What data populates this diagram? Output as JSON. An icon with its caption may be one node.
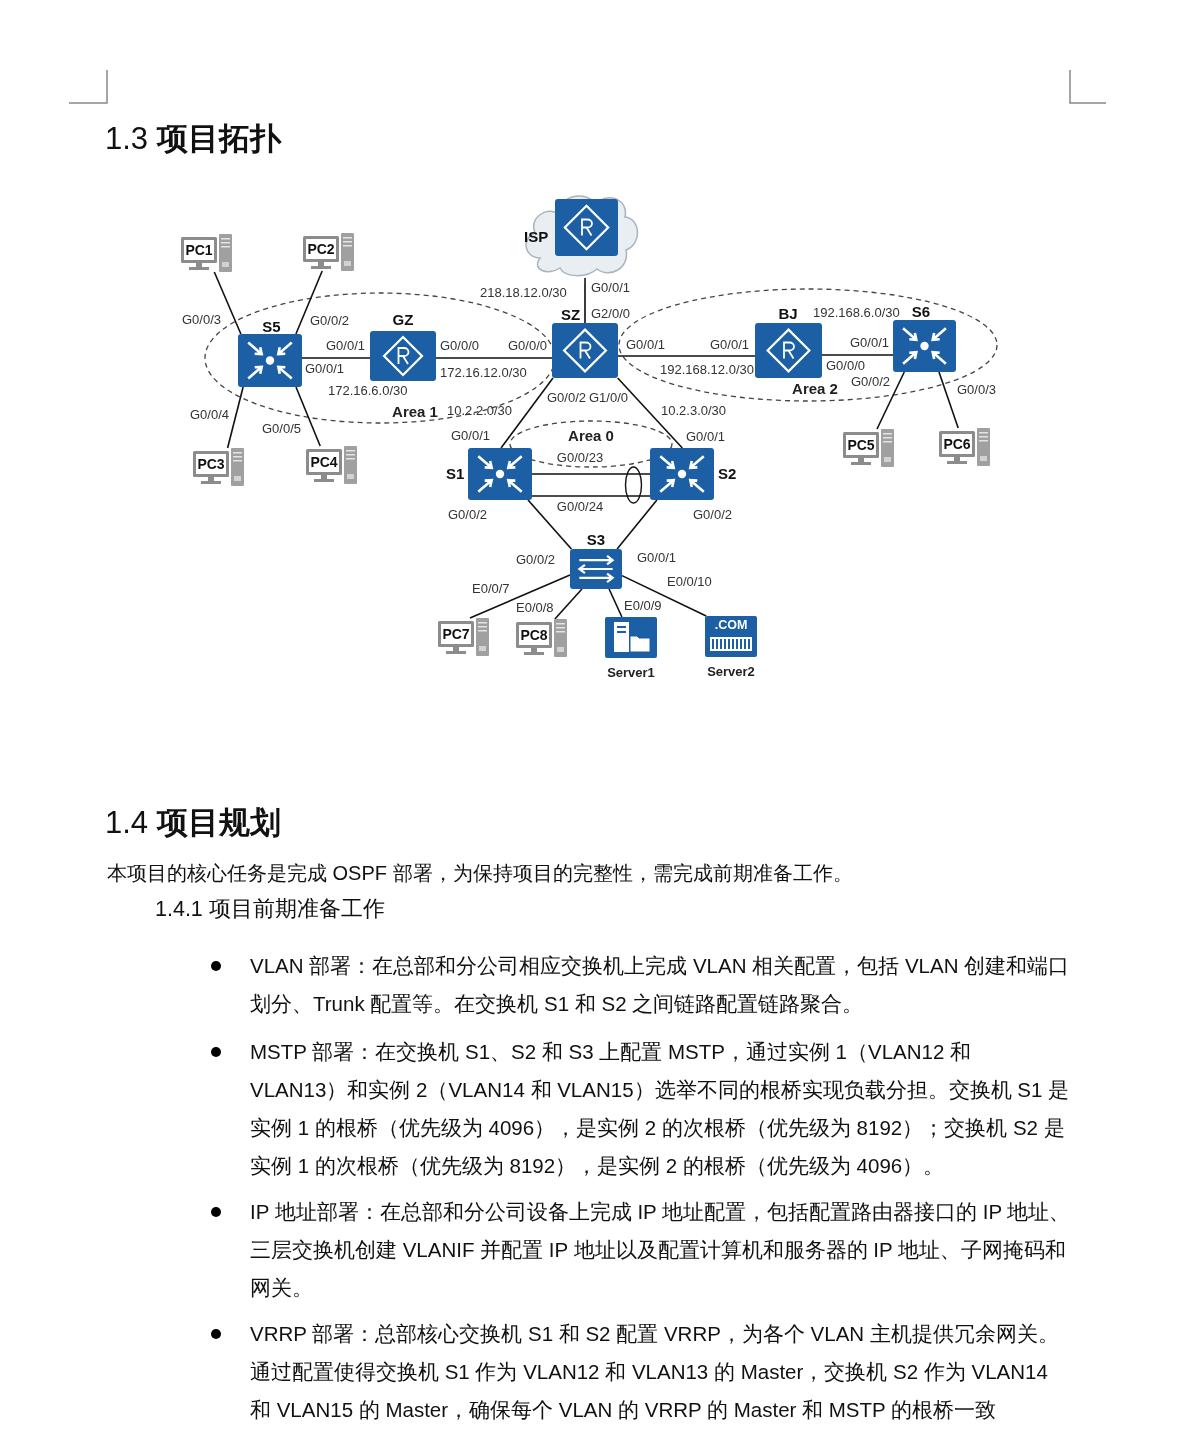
{
  "diagram": {
    "title": "1.3 **项目拓扑**",
    "nodes": [
      {
        "text": [
          "ISP"
        ]
      },
      {
        "text": [
          "PC1"
        ]
      },
      {
        "text": [
          "PC2"
        ]
      },
      {
        "text": [
          "Area 1"
        ]
      },
      {
        "text": [
          "S5"
        ],
        "in": 3
      },
      {
        "text": [
          "GZ"
        ],
        "in": 3
      },
      {
        "text": [
          "SZ"
        ]
      },
      {
        "text": [
          "Area 2"
        ]
      },
      {
        "text": [
          "BJ"
        ],
        "in": 7
      },
      {
        "text": [
          "S6"
        ],
        "in": 7
      },
      {
        "text": [
          "Area 0"
        ]
      },
      {
        "text": [
          "PC3"
        ]
      },
      {
        "text": [
          "PC4"
        ]
      },
      {
        "text": [
          "S1"
        ]
      },
      {
        "text": [
          "S2"
        ]
      },
      {
        "text": [
          "PC5"
        ]
      },
      {
        "text": [
          "PC6"
        ]
      },
      {
        "text": [
          "S3"
        ]
      },
      {
        "text": [
          "PC7"
        ]
      },
      {
        "text": [
          "PC8"
        ]
      },
      {
        "text": [
          "Server1"
        ]
      },
      {
        "text": [
          ".COM",
          "Server2"
        ]
      }
    ],
    "edges": [
      {
        "from": 0,
        "to": 6,
        "arrow": "none",
        "label": "218.18.12.0/30"
      },
      {
        "from": 1,
        "to": 4,
        "arrow": "none"
      },
      {
        "from": 2,
        "to": 4,
        "arrow": "none"
      },
      {
        "from": 4,
        "to": 5,
        "arrow": "none",
        "label": "172.16.6.0/30"
      },
      {
        "from": 5,
        "to": 6,
        "arrow": "none",
        "label": "172.16.12.0/30"
      },
      {
        "from": 6,
        "to": 8,
        "arrow": "none",
        "label": "192.168.12.0/30"
      },
      {
        "from": 8,
        "to": 9,
        "arrow": "none",
        "label": "192.168.6.0/30"
      },
      {
        "from": 4,
        "to": 11,
        "arrow": "none"
      },
      {
        "from": 4,
        "to": 12,
        "arrow": "none"
      },
      {
        "from": 9,
        "to": 15,
        "arrow": "none"
      },
      {
        "from": 9,
        "to": 16,
        "arrow": "none"
      },
      {
        "from": 6,
        "to": 13,
        "arrow": "none",
        "label": "10.2.2.0/30"
      },
      {
        "from": 6,
        "to": 14,
        "arrow": "none",
        "label": "10.2.3.0/30"
      },
      {
        "from": 13,
        "to": 14,
        "arrow": "none",
        "label": "G0/0/23"
      },
      {
        "from": 13,
        "to": 14,
        "arrow": "none",
        "label": "G0/0/24"
      },
      {
        "from": 13,
        "to": 17,
        "arrow": "none"
      },
      {
        "from": 14,
        "to": 17,
        "arrow": "none"
      },
      {
        "from": 17,
        "to": 18,
        "arrow": "none"
      },
      {
        "from": 17,
        "to": 19,
        "arrow": "none"
      },
      {
        "from": 17,
        "to": 20,
        "arrow": "none"
      },
      {
        "from": 17,
        "to": 21,
        "arrow": "none"
      }
    ],
    "labels": [
      "G0/0/1",
      "G0/0/3",
      "G0/0/2",
      "G2/0/0",
      "G0/0/1",
      "G0/0/0",
      "G0/0/0",
      "G0/0/1",
      "G0/0/1",
      "G0/0/1",
      "G0/0/1",
      "G0/0/0",
      "G0/0/2",
      "G1/0/0",
      "G0/0/2",
      "G0/0/3",
      "G0/0/4",
      "G0/0/5",
      "G0/0/1",
      "G0/0/1",
      "G0/0/2",
      "G0/0/2",
      "G0/0/2",
      "G0/0/1",
      "E0/0/7",
      "E0/0/8",
      "E0/0/9",
      "E0/0/10",
      "1.4 **项目规划**",
      "本项目的核心任务是完成 OSPF 部署，为保持项目的完整性，需完成前期准备工作。",
      "1.4.1 项目前期准备工作",
      "VLAN 部署：在总部和分公司相应交换机上完成 VLAN 相关配置，包括 VLAN 创建和端口划分、Trunk 配置等。在交换机 S1 和 S2 之间链路配置链路聚合。",
      "MSTP 部署：在交换机 S1、S2 和 S3 上配置 MSTP，通过实例 1（VLAN12 和 VLAN13）和实例 2（VLAN14 和 VLAN15）选举不同的根桥实现负载分担。交换机 S1 是实例 1 的根桥（优先级为 4096），是实例 2 的次根桥（优先级为 8192）；交换机 S2 是实例 1 的次根桥（优先级为 8192），是实例 2 的根桥（优先级为 4096）。",
      "IP 地址部署：在总部和分公司设备上完成 IP 地址配置，包括配置路由器接口的 IP 地址、三层交换机创建 VLANIF 并配置 IP 地址以及配置计算机和服务器的 IP 地址、子网掩码和网关。",
      "VRRP 部署：总部核心交换机 S1 和 S2 配置 VRRP，为各个 VLAN 主机提供冗余网关。通过配置使得交换机 S1 作为 VLAN12 和 VLAN13 的 Master，交换机 S2 作为 VLAN14 和 VLAN15 的 Master，确保每个 VLAN 的 VRRP 的 Master 和 MSTP 的根桥一致"
    ]
  }
}
